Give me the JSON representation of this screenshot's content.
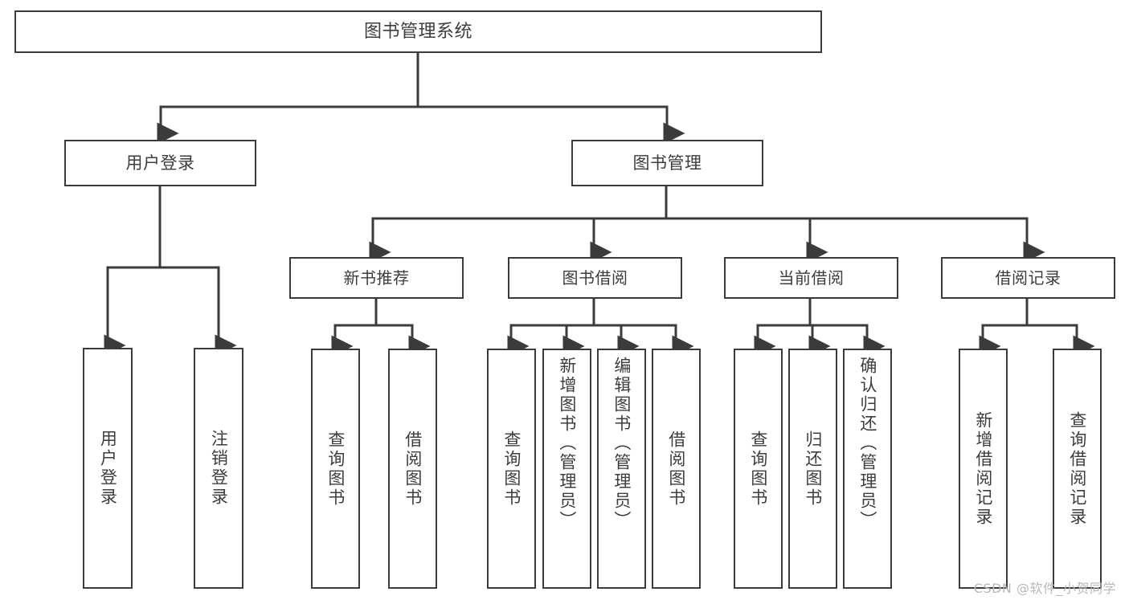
{
  "diagram": {
    "title": "图书管理系统",
    "type": "功能结构图",
    "root": {
      "label": "图书管理系统"
    },
    "level1": [
      {
        "label": "用户登录"
      },
      {
        "label": "图书管理"
      }
    ],
    "level2": [
      {
        "label": "新书推荐"
      },
      {
        "label": "图书借阅"
      },
      {
        "label": "当前借阅"
      },
      {
        "label": "借阅记录"
      }
    ],
    "leaves": {
      "user_login": [
        {
          "label": "用户登录"
        },
        {
          "label": "注销登录"
        }
      ],
      "new_book_recommend": [
        {
          "label": "查询图书"
        },
        {
          "label": "借阅图书"
        }
      ],
      "book_borrow": [
        {
          "label": "查询图书"
        },
        {
          "label": "新增图书（管理员）"
        },
        {
          "label": "编辑图书（管理员）"
        },
        {
          "label": "借阅图书"
        }
      ],
      "current_borrow": [
        {
          "label": "查询图书"
        },
        {
          "label": "归还图书"
        },
        {
          "label": "确认归还（管理员）"
        }
      ],
      "borrow_record": [
        {
          "label": "新增借阅记录"
        },
        {
          "label": "查询借阅记录"
        }
      ]
    }
  },
  "watermark": {
    "text": "CSDN @软件_小贺同学"
  },
  "colors": {
    "box_border": "#3b3b3b",
    "text": "#3d3d3d",
    "edge": "#3b3b3b",
    "background": "#ffffff",
    "watermark": "#b9b9b9"
  }
}
